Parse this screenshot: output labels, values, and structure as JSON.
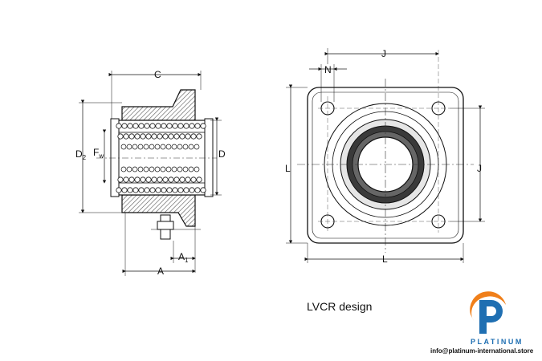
{
  "side_view": {
    "labels": {
      "C": "C",
      "D2": "D",
      "D2_sub": "2",
      "Fw": "F",
      "Fw_sub": "w",
      "D": "D",
      "A1": "A",
      "A1_sub": "1",
      "A": "A"
    }
  },
  "front_view": {
    "labels": {
      "J_top": "J",
      "N": "N",
      "L_left": "L",
      "J_right": "J",
      "L_bottom": "L"
    }
  },
  "caption": "LVCR design",
  "brand": {
    "word": "PLATINUM",
    "email": "info@platinum-international.store",
    "colors": {
      "blue": "#1f6fb2",
      "orange": "#f07f1a"
    }
  }
}
